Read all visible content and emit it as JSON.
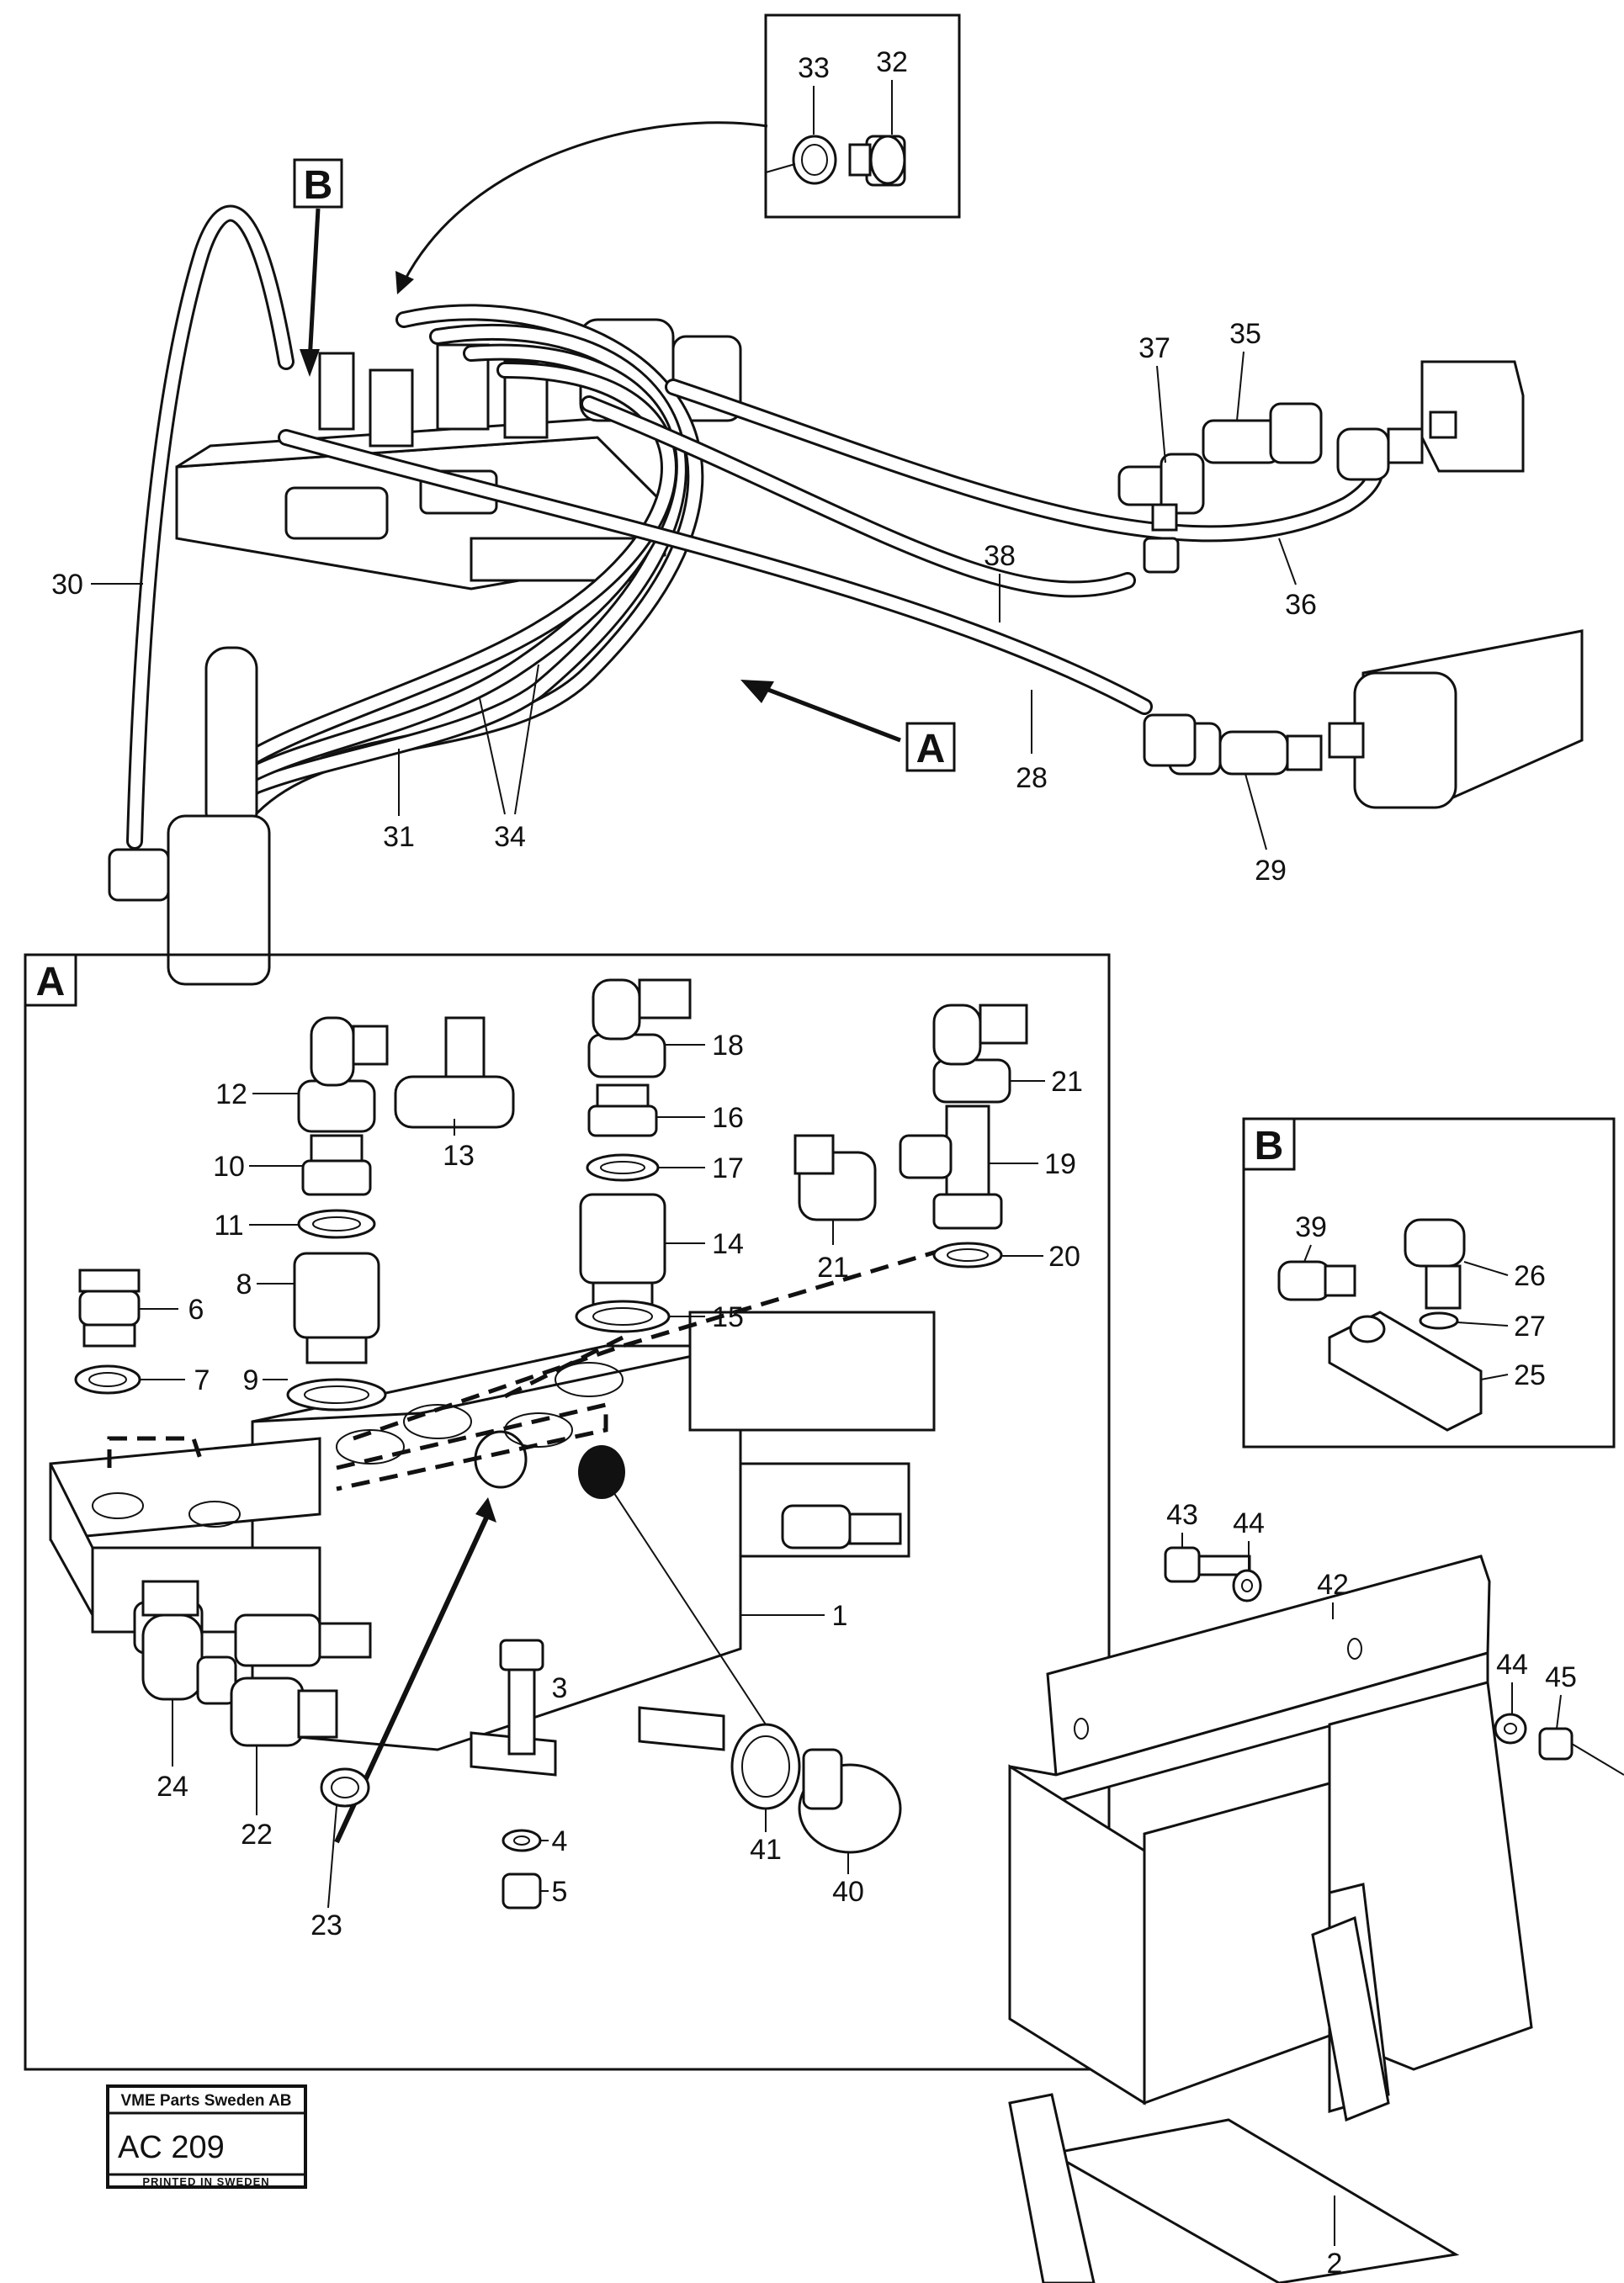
{
  "callouts": {
    "c1": "1",
    "c2": "2",
    "c3": "3",
    "c4": "4",
    "c5": "5",
    "c6": "6",
    "c7": "7",
    "c8": "8",
    "c9": "9",
    "c10": "10",
    "c11": "11",
    "c12": "12",
    "c13": "13",
    "c14": "14",
    "c15": "15",
    "c16": "16",
    "c17": "17",
    "c18": "18",
    "c19": "19",
    "c20": "20",
    "c21": "21",
    "c22": "22",
    "c23": "23",
    "c24": "24",
    "c25": "25",
    "c26": "26",
    "c27": "27",
    "c28": "28",
    "c29": "29",
    "c30": "30",
    "c31": "31",
    "c32": "32",
    "c33": "33",
    "c34": "34",
    "c35": "35",
    "c36": "36",
    "c37": "37",
    "c38": "38",
    "c39": "39",
    "c40": "40",
    "c41": "41",
    "c42": "42",
    "c43": "43",
    "c44": "44",
    "c45": "45"
  },
  "views": {
    "detail_a": "A",
    "detail_b": "B"
  },
  "stamp": {
    "company": "VME Parts Sweden AB",
    "code": "AC 209",
    "printed": "PRINTED IN SWEDEN"
  }
}
